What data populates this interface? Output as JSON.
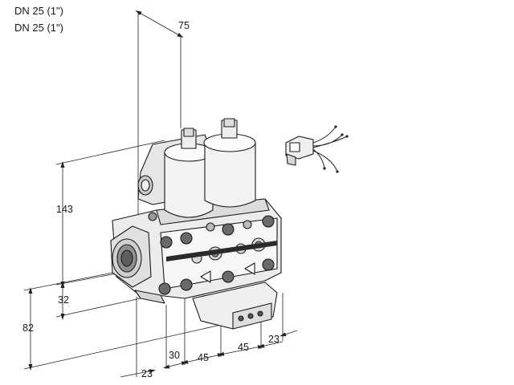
{
  "header": {
    "line1": "DN 25 (1\")",
    "line2": "DN 25 (1\")"
  },
  "dimensions": {
    "width_top": "75",
    "height_main": "143",
    "height_small": "32",
    "height_total": "82",
    "bottom_left": "23",
    "bottom_a": "30",
    "bottom_b": "45",
    "bottom_c": "45",
    "right_edge": "23"
  }
}
